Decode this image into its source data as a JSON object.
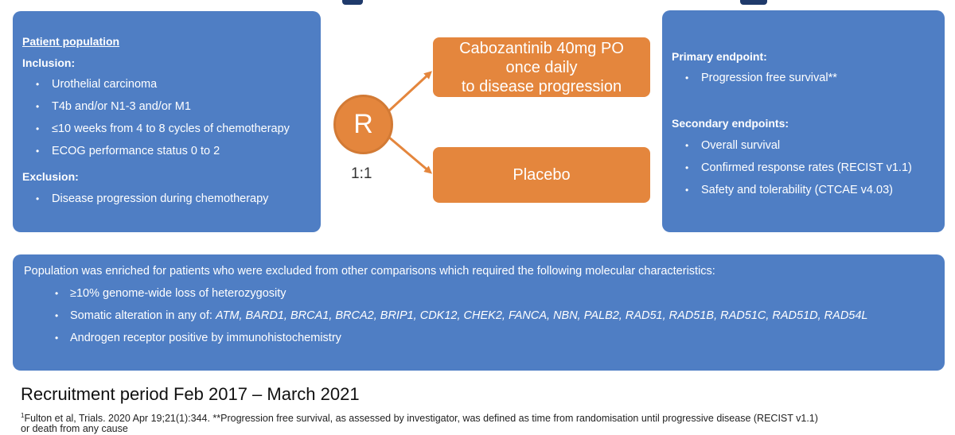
{
  "left_panel": {
    "heading": "Patient population",
    "inclusion_heading": "Inclusion:",
    "inclusion_items": [
      "Urothelial carcinoma",
      "T4b and/or N1-3 and/or M1",
      "≤10 weeks from 4 to 8 cycles of chemotherapy",
      "ECOG performance status 0 to 2"
    ],
    "exclusion_heading": "Exclusion:",
    "exclusion_items": [
      "Disease progression during chemotherapy"
    ]
  },
  "randomization": {
    "symbol": "R",
    "ratio": "1:1"
  },
  "arms": {
    "cabo_line1": "Cabozantinib 40mg PO",
    "cabo_line2": "once daily",
    "cabo_line3": "to disease progression",
    "placebo": "Placebo"
  },
  "right_panel": {
    "primary_heading": "Primary endpoint:",
    "primary_items": [
      "Progression free survival**"
    ],
    "secondary_heading": "Secondary endpoints:",
    "secondary_items": [
      "Overall survival",
      "Confirmed response rates (RECIST v1.1)",
      "Safety and tolerability (CTCAE v4.03)"
    ]
  },
  "bottom_panel": {
    "lead": "Population was enriched for patients who were excluded from other comparisons which required the following molecular characteristics:",
    "item1": "≥10% genome-wide loss of heterozygosity",
    "item2_prefix": "Somatic alteration in any of: ",
    "item2_genes": "ATM, BARD1, BRCA1, BRCA2, BRIP1, CDK12, CHEK2, FANCA, NBN, PALB2, RAD51, RAD51B, RAD51C, RAD51D, RAD54L",
    "item3": "Androgen receptor positive by immunohistochemistry"
  },
  "recruitment": "Recruitment period Feb 2017 – March 2021",
  "footnote": {
    "marker": "1",
    "line1": "Fulton et al, Trials. 2020 Apr 19;21(1):344. **Progression free survival, as assessed by investigator, was defined as time from randomisation until progressive disease (RECIST v1.1)",
    "line2": "or death from any cause"
  },
  "colors": {
    "panel_blue": "#4f7ec4",
    "arm_orange": "#e4863d"
  }
}
